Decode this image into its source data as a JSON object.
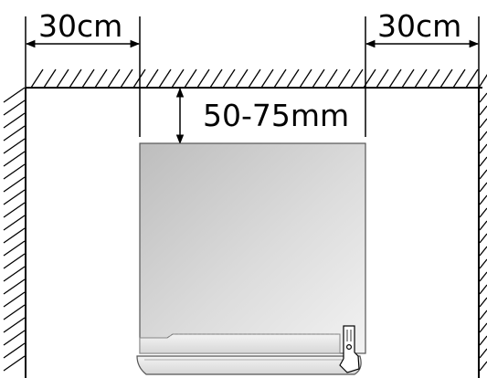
{
  "labels": {
    "left_clearance": "30cm",
    "right_clearance": "30cm",
    "top_clearance": "50-75mm"
  },
  "colors": {
    "line": "#000000",
    "unit_fill_light": "#eeeeee",
    "unit_fill_dark": "#bdbdbd",
    "unit_edge": "#555555",
    "background": "#ffffff"
  }
}
